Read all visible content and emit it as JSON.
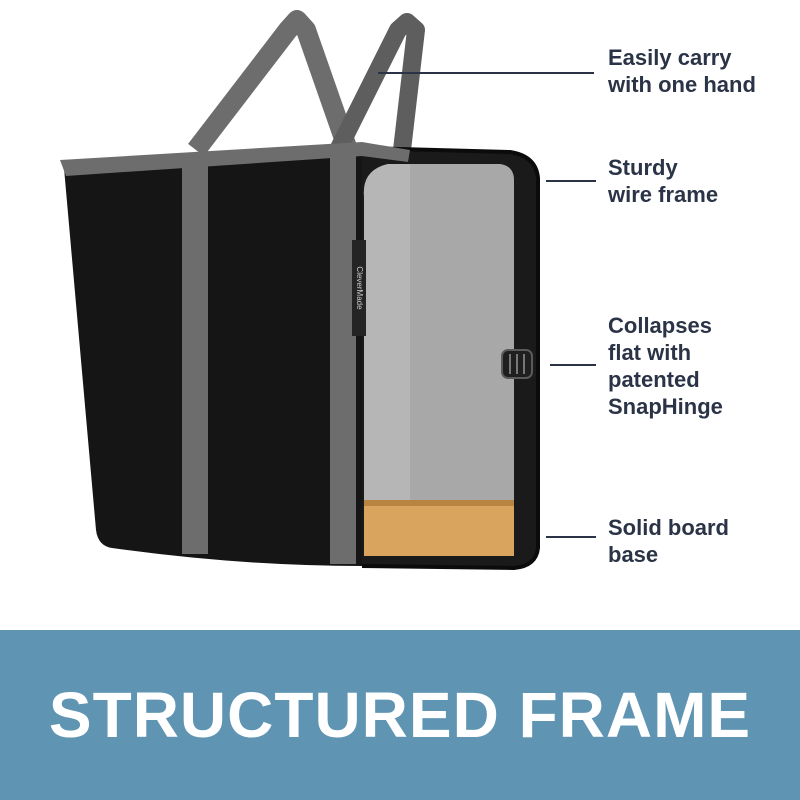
{
  "product": {
    "brand_label": "CleverMade"
  },
  "callouts": [
    {
      "id": "carry",
      "text": "Easily carry\nwith one hand"
    },
    {
      "id": "frame",
      "text": "Sturdy\nwire frame"
    },
    {
      "id": "collapse",
      "text": "Collapses\nflat with\npatented\nSnapHinge"
    },
    {
      "id": "base",
      "text": "Solid board\nbase"
    }
  ],
  "banner": {
    "title": "STRUCTURED FRAME"
  },
  "colors": {
    "banner_bg": "#5f95b3",
    "text_dark": "#2b3447",
    "bag_fabric": "#151515",
    "strap_gray": "#6d6d6d",
    "interior_gray": "#a8a8a8",
    "board_base": "#d9a45e"
  }
}
